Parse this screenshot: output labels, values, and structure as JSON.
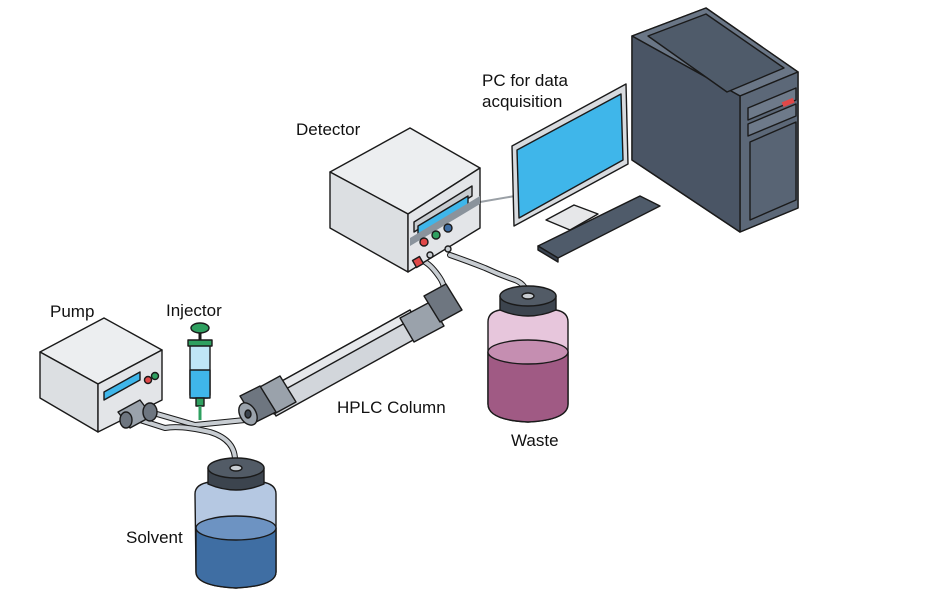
{
  "labels": {
    "pc_line1": "PC for data",
    "pc_line2": "acquisition",
    "detector": "Detector",
    "pump": "Pump",
    "injector": "Injector",
    "column": "HPLC Column",
    "waste": "Waste",
    "solvent": "Solvent"
  },
  "icons": [
    "pc-tower-icon",
    "monitor-icon",
    "keyboard-icon",
    "detector-icon",
    "pump-icon",
    "injector-syringe-icon",
    "hplc-column-icon",
    "waste-bottle-icon",
    "solvent-bottle-icon"
  ],
  "colors": {
    "outline": "#1a1a1a",
    "screen": "#3fb6ea",
    "tower": "#4f5b6a",
    "solvent_liquid": "#3f6ea3",
    "waste_liquid": "#a05a84",
    "tubing": "#c8cdd2",
    "device_body": "#e6e7e9"
  }
}
